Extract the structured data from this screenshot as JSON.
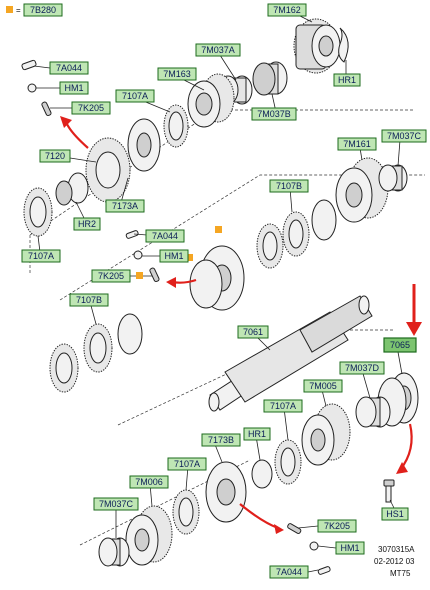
{
  "legend": {
    "label": "7B280",
    "marker_color": "#f5a623"
  },
  "labels": [
    {
      "id": "7M162",
      "text": "7M162"
    },
    {
      "id": "7A044_top",
      "text": "7A044"
    },
    {
      "id": "HM1_top",
      "text": "HM1"
    },
    {
      "id": "7K205_top",
      "text": "7K205"
    },
    {
      "id": "7M037A",
      "text": "7M037A"
    },
    {
      "id": "7M163",
      "text": "7M163"
    },
    {
      "id": "7107A_top",
      "text": "7107A"
    },
    {
      "id": "HR1_top",
      "text": "HR1"
    },
    {
      "id": "7M037B",
      "text": "7M037B"
    },
    {
      "id": "7120",
      "text": "7120"
    },
    {
      "id": "7M161",
      "text": "7M161"
    },
    {
      "id": "7M037C_top",
      "text": "7M037C"
    },
    {
      "id": "7173A",
      "text": "7173A"
    },
    {
      "id": "HR2",
      "text": "HR2"
    },
    {
      "id": "7107A_left",
      "text": "7107A"
    },
    {
      "id": "7107B_mid",
      "text": "7107B"
    },
    {
      "id": "7A044_mid",
      "text": "7A044"
    },
    {
      "id": "HM1_mid",
      "text": "HM1"
    },
    {
      "id": "7K205_mid",
      "text": "7K205"
    },
    {
      "id": "7107B_left",
      "text": "7107B"
    },
    {
      "id": "7061",
      "text": "7061"
    },
    {
      "id": "7065",
      "text": "7065"
    },
    {
      "id": "7M037D",
      "text": "7M037D"
    },
    {
      "id": "7M005",
      "text": "7M005"
    },
    {
      "id": "7107A_low",
      "text": "7107A"
    },
    {
      "id": "HR1_low",
      "text": "HR1"
    },
    {
      "id": "7173B",
      "text": "7173B"
    },
    {
      "id": "7107A_bottom",
      "text": "7107A"
    },
    {
      "id": "7M006",
      "text": "7M006"
    },
    {
      "id": "7M037C_bottom",
      "text": "7M037C"
    },
    {
      "id": "7K205_bottom",
      "text": "7K205"
    },
    {
      "id": "HM1_bottom",
      "text": "HM1"
    },
    {
      "id": "7A044_bottom",
      "text": "7A044"
    },
    {
      "id": "HS1",
      "text": "HS1"
    }
  ],
  "reference": {
    "line1": "3070315A",
    "line2": "02-2012 03",
    "line3": "MT75"
  },
  "colors": {
    "label_fill": "#bfe6b4",
    "label_stroke": "#1d6b1d",
    "selected_fill": "#7cc46f",
    "arrow": "#e0201b",
    "marker": "#f5a623"
  }
}
